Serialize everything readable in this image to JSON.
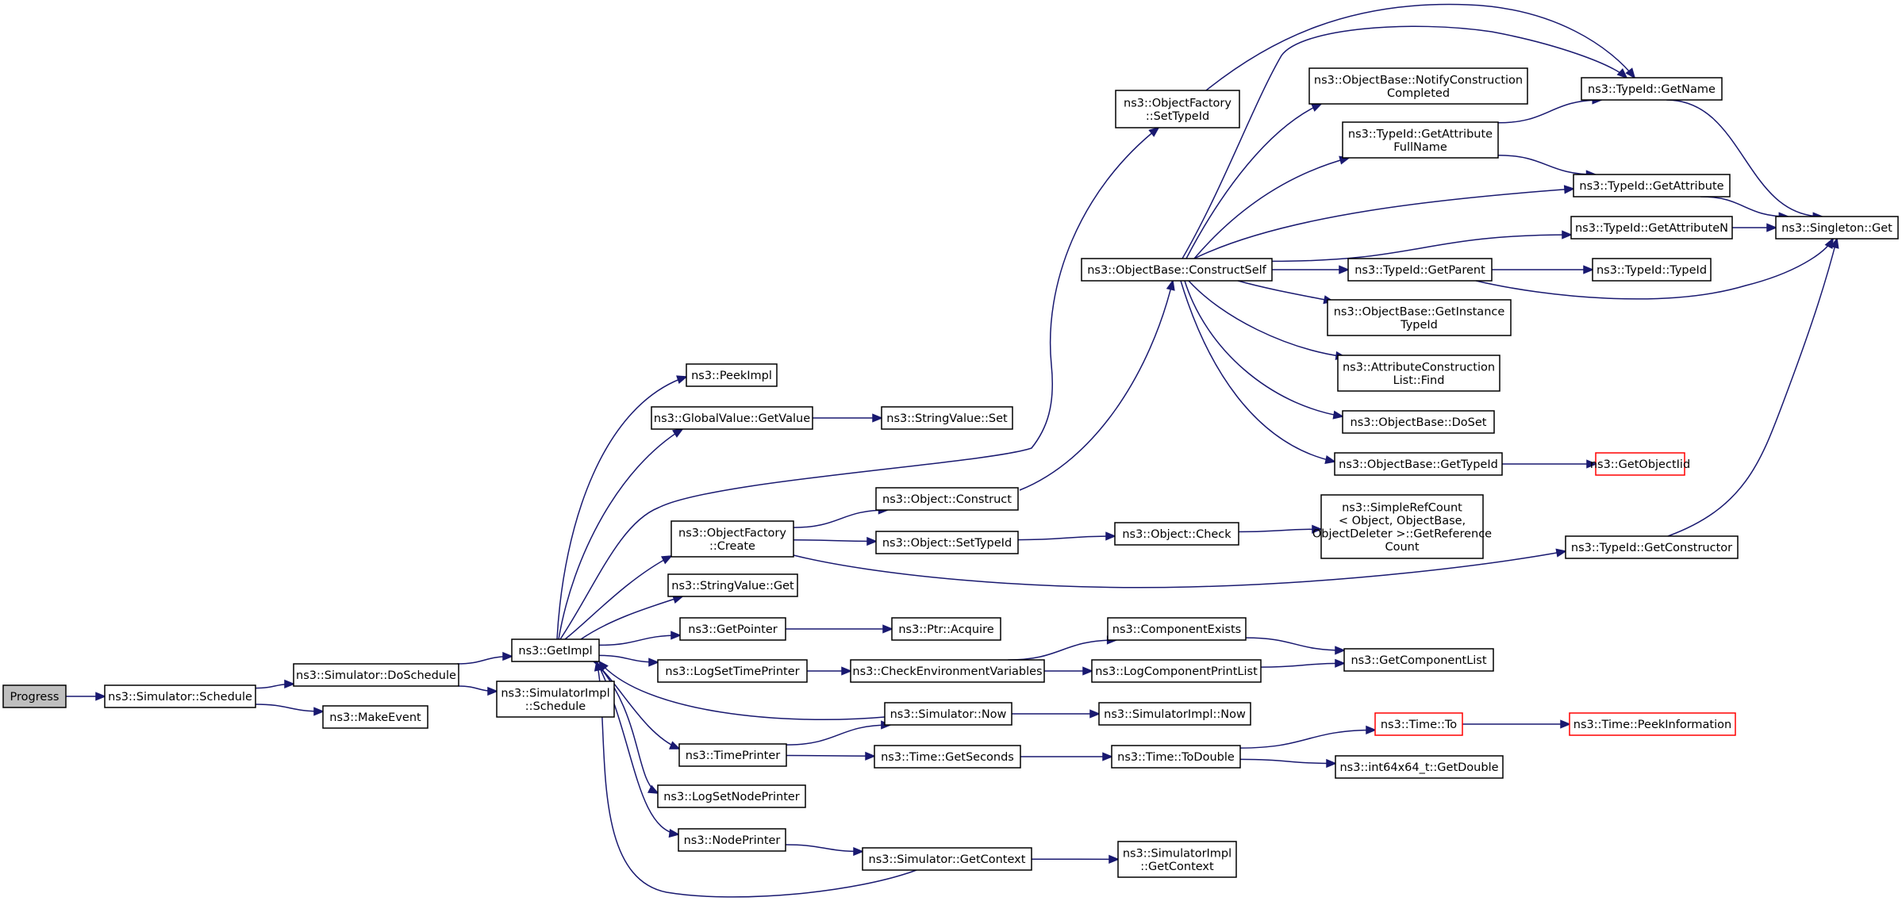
{
  "diagram": {
    "colors": {
      "edge": "#191970",
      "node_border": "#000000",
      "root_fill": "#bfbfbf",
      "missing_border": "#ff0000"
    },
    "nodes": [
      {
        "id": "progress",
        "lines": [
          "Progress"
        ],
        "style": "root"
      },
      {
        "id": "sim_schedule",
        "lines": [
          "ns3::Simulator::Schedule"
        ]
      },
      {
        "id": "sim_doschedule",
        "lines": [
          "ns3::Simulator::DoSchedule"
        ]
      },
      {
        "id": "makeevent",
        "lines": [
          "ns3::MakeEvent"
        ]
      },
      {
        "id": "getimpl",
        "lines": [
          "ns3::GetImpl"
        ]
      },
      {
        "id": "simimpl_schedule",
        "lines": [
          "ns3::SimulatorImpl",
          "::Schedule"
        ]
      },
      {
        "id": "peekimpl",
        "lines": [
          "ns3::PeekImpl"
        ]
      },
      {
        "id": "gv_getvalue",
        "lines": [
          "ns3::GlobalValue::GetValue"
        ]
      },
      {
        "id": "sv_set",
        "lines": [
          "ns3::StringValue::Set"
        ]
      },
      {
        "id": "of_create",
        "lines": [
          "ns3::ObjectFactory",
          "::Create"
        ]
      },
      {
        "id": "sv_get",
        "lines": [
          "ns3::StringValue::Get"
        ]
      },
      {
        "id": "getpointer",
        "lines": [
          "ns3::GetPointer"
        ]
      },
      {
        "id": "ptr_acquire",
        "lines": [
          "ns3::Ptr::Acquire"
        ]
      },
      {
        "id": "logsettimeprinter",
        "lines": [
          "ns3::LogSetTimePrinter"
        ]
      },
      {
        "id": "checkenv",
        "lines": [
          "ns3::CheckEnvironmentVariables"
        ]
      },
      {
        "id": "compexists",
        "lines": [
          "ns3::ComponentExists"
        ]
      },
      {
        "id": "logcompprintlist",
        "lines": [
          "ns3::LogComponentPrintList"
        ]
      },
      {
        "id": "getcomplist",
        "lines": [
          "ns3::GetComponentList"
        ]
      },
      {
        "id": "sim_now",
        "lines": [
          "ns3::Simulator::Now"
        ]
      },
      {
        "id": "simimpl_now",
        "lines": [
          "ns3::SimulatorImpl::Now"
        ]
      },
      {
        "id": "timeprinter",
        "lines": [
          "ns3::TimePrinter"
        ]
      },
      {
        "id": "time_getseconds",
        "lines": [
          "ns3::Time::GetSeconds"
        ]
      },
      {
        "id": "time_todouble",
        "lines": [
          "ns3::Time::ToDouble"
        ]
      },
      {
        "id": "time_to",
        "lines": [
          "ns3::Time::To"
        ],
        "style": "red"
      },
      {
        "id": "time_peekinfo",
        "lines": [
          "ns3::Time::PeekInformation"
        ],
        "style": "red"
      },
      {
        "id": "int64_getdouble",
        "lines": [
          "ns3::int64x64_t::GetDouble"
        ]
      },
      {
        "id": "logsetnodeprinter",
        "lines": [
          "ns3::LogSetNodePrinter"
        ]
      },
      {
        "id": "nodeprinter",
        "lines": [
          "ns3::NodePrinter"
        ]
      },
      {
        "id": "sim_getcontext",
        "lines": [
          "ns3::Simulator::GetContext"
        ]
      },
      {
        "id": "simimpl_getcontext",
        "lines": [
          "ns3::SimulatorImpl",
          "::GetContext"
        ]
      },
      {
        "id": "obj_construct",
        "lines": [
          "ns3::Object::Construct"
        ]
      },
      {
        "id": "obj_settypeid",
        "lines": [
          "ns3::Object::SetTypeId"
        ]
      },
      {
        "id": "obj_check",
        "lines": [
          "ns3::Object::Check"
        ]
      },
      {
        "id": "simplerefcount",
        "lines": [
          "ns3::SimpleRefCount",
          "< Object, ObjectBase,",
          " ObjectDeleter >::GetReference",
          "Count"
        ]
      },
      {
        "id": "typeid_getconstructor",
        "lines": [
          "ns3::TypeId::GetConstructor"
        ]
      },
      {
        "id": "of_settypeid",
        "lines": [
          "ns3::ObjectFactory",
          "::SetTypeId"
        ]
      },
      {
        "id": "ob_constructself",
        "lines": [
          "ns3::ObjectBase::ConstructSelf"
        ]
      },
      {
        "id": "ob_notify",
        "lines": [
          "ns3::ObjectBase::NotifyConstruction",
          "Completed"
        ]
      },
      {
        "id": "typeid_getattrfull",
        "lines": [
          "ns3::TypeId::GetAttribute",
          "FullName"
        ]
      },
      {
        "id": "typeid_getname",
        "lines": [
          "ns3::TypeId::GetName"
        ]
      },
      {
        "id": "typeid_getattr",
        "lines": [
          "ns3::TypeId::GetAttribute"
        ]
      },
      {
        "id": "typeid_getattrn",
        "lines": [
          "ns3::TypeId::GetAttributeN"
        ]
      },
      {
        "id": "singleton_get",
        "lines": [
          "ns3::Singleton::Get"
        ]
      },
      {
        "id": "typeid_getparent",
        "lines": [
          "ns3::TypeId::GetParent"
        ]
      },
      {
        "id": "typeid_typeid",
        "lines": [
          "ns3::TypeId::TypeId"
        ]
      },
      {
        "id": "ob_getinstancetypeid",
        "lines": [
          "ns3::ObjectBase::GetInstance",
          "TypeId"
        ]
      },
      {
        "id": "acl_find",
        "lines": [
          "ns3::AttributeConstruction",
          "List::Find"
        ]
      },
      {
        "id": "ob_doset",
        "lines": [
          "ns3::ObjectBase::DoSet"
        ]
      },
      {
        "id": "ob_gettypeid",
        "lines": [
          "ns3::ObjectBase::GetTypeId"
        ]
      },
      {
        "id": "getobjectiid",
        "lines": [
          "ns3::GetObjectIid"
        ],
        "style": "red"
      }
    ],
    "edges": [
      [
        "progress",
        "sim_schedule"
      ],
      [
        "sim_schedule",
        "sim_doschedule"
      ],
      [
        "sim_schedule",
        "makeevent"
      ],
      [
        "sim_doschedule",
        "getimpl"
      ],
      [
        "sim_doschedule",
        "simimpl_schedule"
      ],
      [
        "getimpl",
        "peekimpl"
      ],
      [
        "getimpl",
        "gv_getvalue"
      ],
      [
        "getimpl",
        "of_settypeid"
      ],
      [
        "getimpl",
        "of_create"
      ],
      [
        "getimpl",
        "sv_get"
      ],
      [
        "getimpl",
        "getpointer"
      ],
      [
        "getimpl",
        "logsettimeprinter"
      ],
      [
        "getimpl",
        "timeprinter"
      ],
      [
        "getimpl",
        "logsetnodeprinter"
      ],
      [
        "getimpl",
        "nodeprinter"
      ],
      [
        "gv_getvalue",
        "sv_set"
      ],
      [
        "getpointer",
        "ptr_acquire"
      ],
      [
        "logsettimeprinter",
        "checkenv"
      ],
      [
        "checkenv",
        "compexists"
      ],
      [
        "checkenv",
        "logcompprintlist"
      ],
      [
        "compexists",
        "getcomplist"
      ],
      [
        "logcompprintlist",
        "getcomplist"
      ],
      [
        "sim_now",
        "getimpl"
      ],
      [
        "sim_now",
        "simimpl_now"
      ],
      [
        "timeprinter",
        "sim_now"
      ],
      [
        "timeprinter",
        "time_getseconds"
      ],
      [
        "time_getseconds",
        "time_todouble"
      ],
      [
        "time_todouble",
        "time_to"
      ],
      [
        "time_todouble",
        "int64_getdouble"
      ],
      [
        "time_to",
        "time_peekinfo"
      ],
      [
        "nodeprinter",
        "sim_getcontext"
      ],
      [
        "sim_getcontext",
        "getimpl"
      ],
      [
        "sim_getcontext",
        "simimpl_getcontext"
      ],
      [
        "of_create",
        "obj_construct"
      ],
      [
        "of_create",
        "obj_settypeid"
      ],
      [
        "of_create",
        "typeid_getconstructor"
      ],
      [
        "obj_construct",
        "ob_constructself"
      ],
      [
        "obj_settypeid",
        "obj_check"
      ],
      [
        "obj_check",
        "simplerefcount"
      ],
      [
        "typeid_getconstructor",
        "singleton_get"
      ],
      [
        "of_settypeid",
        "typeid_getname"
      ],
      [
        "ob_constructself",
        "ob_notify"
      ],
      [
        "ob_constructself",
        "typeid_getattrfull"
      ],
      [
        "ob_constructself",
        "typeid_getname"
      ],
      [
        "ob_constructself",
        "typeid_getattr"
      ],
      [
        "ob_constructself",
        "typeid_getattrn"
      ],
      [
        "ob_constructself",
        "typeid_getparent"
      ],
      [
        "ob_constructself",
        "ob_getinstancetypeid"
      ],
      [
        "ob_constructself",
        "acl_find"
      ],
      [
        "ob_constructself",
        "ob_doset"
      ],
      [
        "ob_constructself",
        "ob_gettypeid"
      ],
      [
        "typeid_getattrfull",
        "typeid_getname"
      ],
      [
        "typeid_getattrfull",
        "typeid_getattr"
      ],
      [
        "typeid_getname",
        "singleton_get"
      ],
      [
        "typeid_getattr",
        "singleton_get"
      ],
      [
        "typeid_getattrn",
        "singleton_get"
      ],
      [
        "typeid_getparent",
        "typeid_typeid"
      ],
      [
        "typeid_getparent",
        "singleton_get"
      ],
      [
        "ob_gettypeid",
        "getobjectiid"
      ]
    ]
  }
}
